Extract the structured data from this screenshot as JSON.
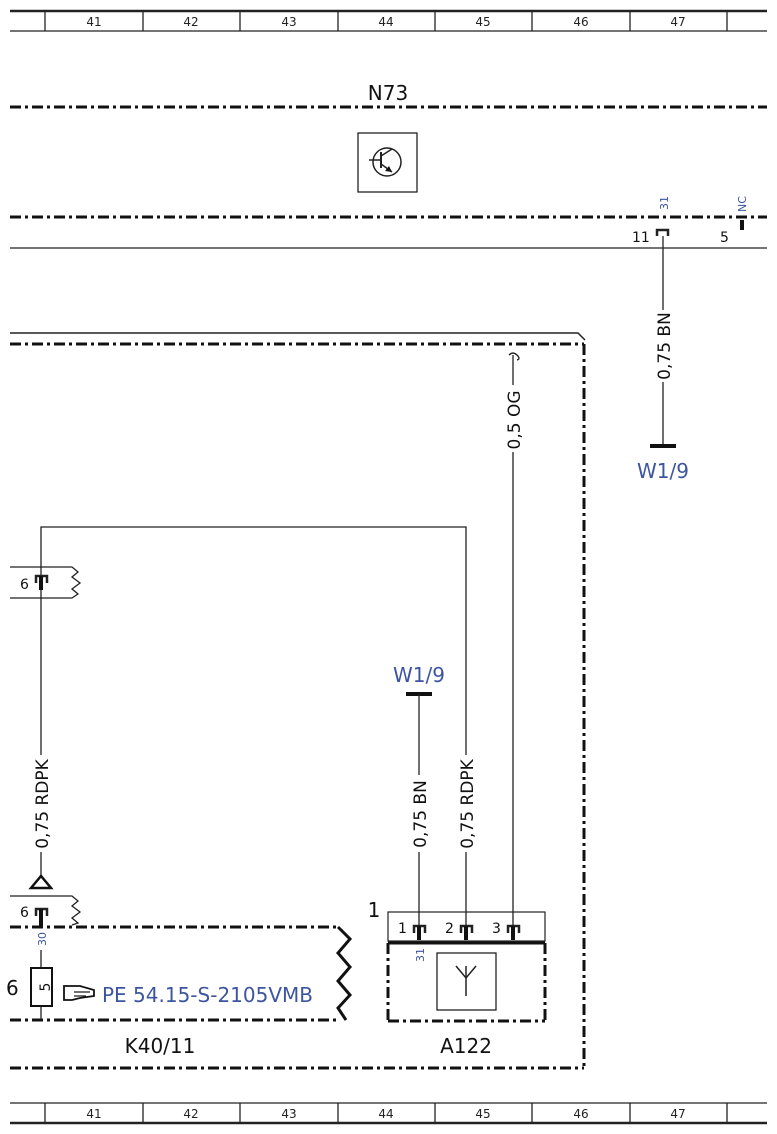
{
  "grid_columns": [
    "41",
    "42",
    "43",
    "44",
    "45",
    "46",
    "47"
  ],
  "components": {
    "n73": "N73",
    "k40_11": "K40/11",
    "a122": "A122",
    "a122_ref": "1"
  },
  "grounds": {
    "upper": "W1/9",
    "lower": "W1/9"
  },
  "wires": {
    "bn_upper": "0,75 BN",
    "og": "0,5 OG",
    "rdpk_left": "0,75 RDPK",
    "bn_lower": "0,75 BN",
    "rdpk_right": "0,75 RDPK"
  },
  "pins": {
    "n73_11": "11",
    "n73_11_terminal": "31",
    "n73_5": "5",
    "n73_5_terminal": "NC",
    "conn_upper": "6",
    "conn_lower": "6",
    "conn_lower_terminal": "30",
    "a122_1": "1",
    "a122_1_terminal": "31",
    "a122_2": "2",
    "a122_3": "3",
    "fuse_left": "6",
    "fuse_value": "5"
  },
  "reference": {
    "pointer_icon": "hand-pointing-right-icon",
    "text": "PE 54.15-S-2105VMB"
  },
  "colors": {
    "line": "#111111",
    "label_blue": "#3d55a0"
  }
}
